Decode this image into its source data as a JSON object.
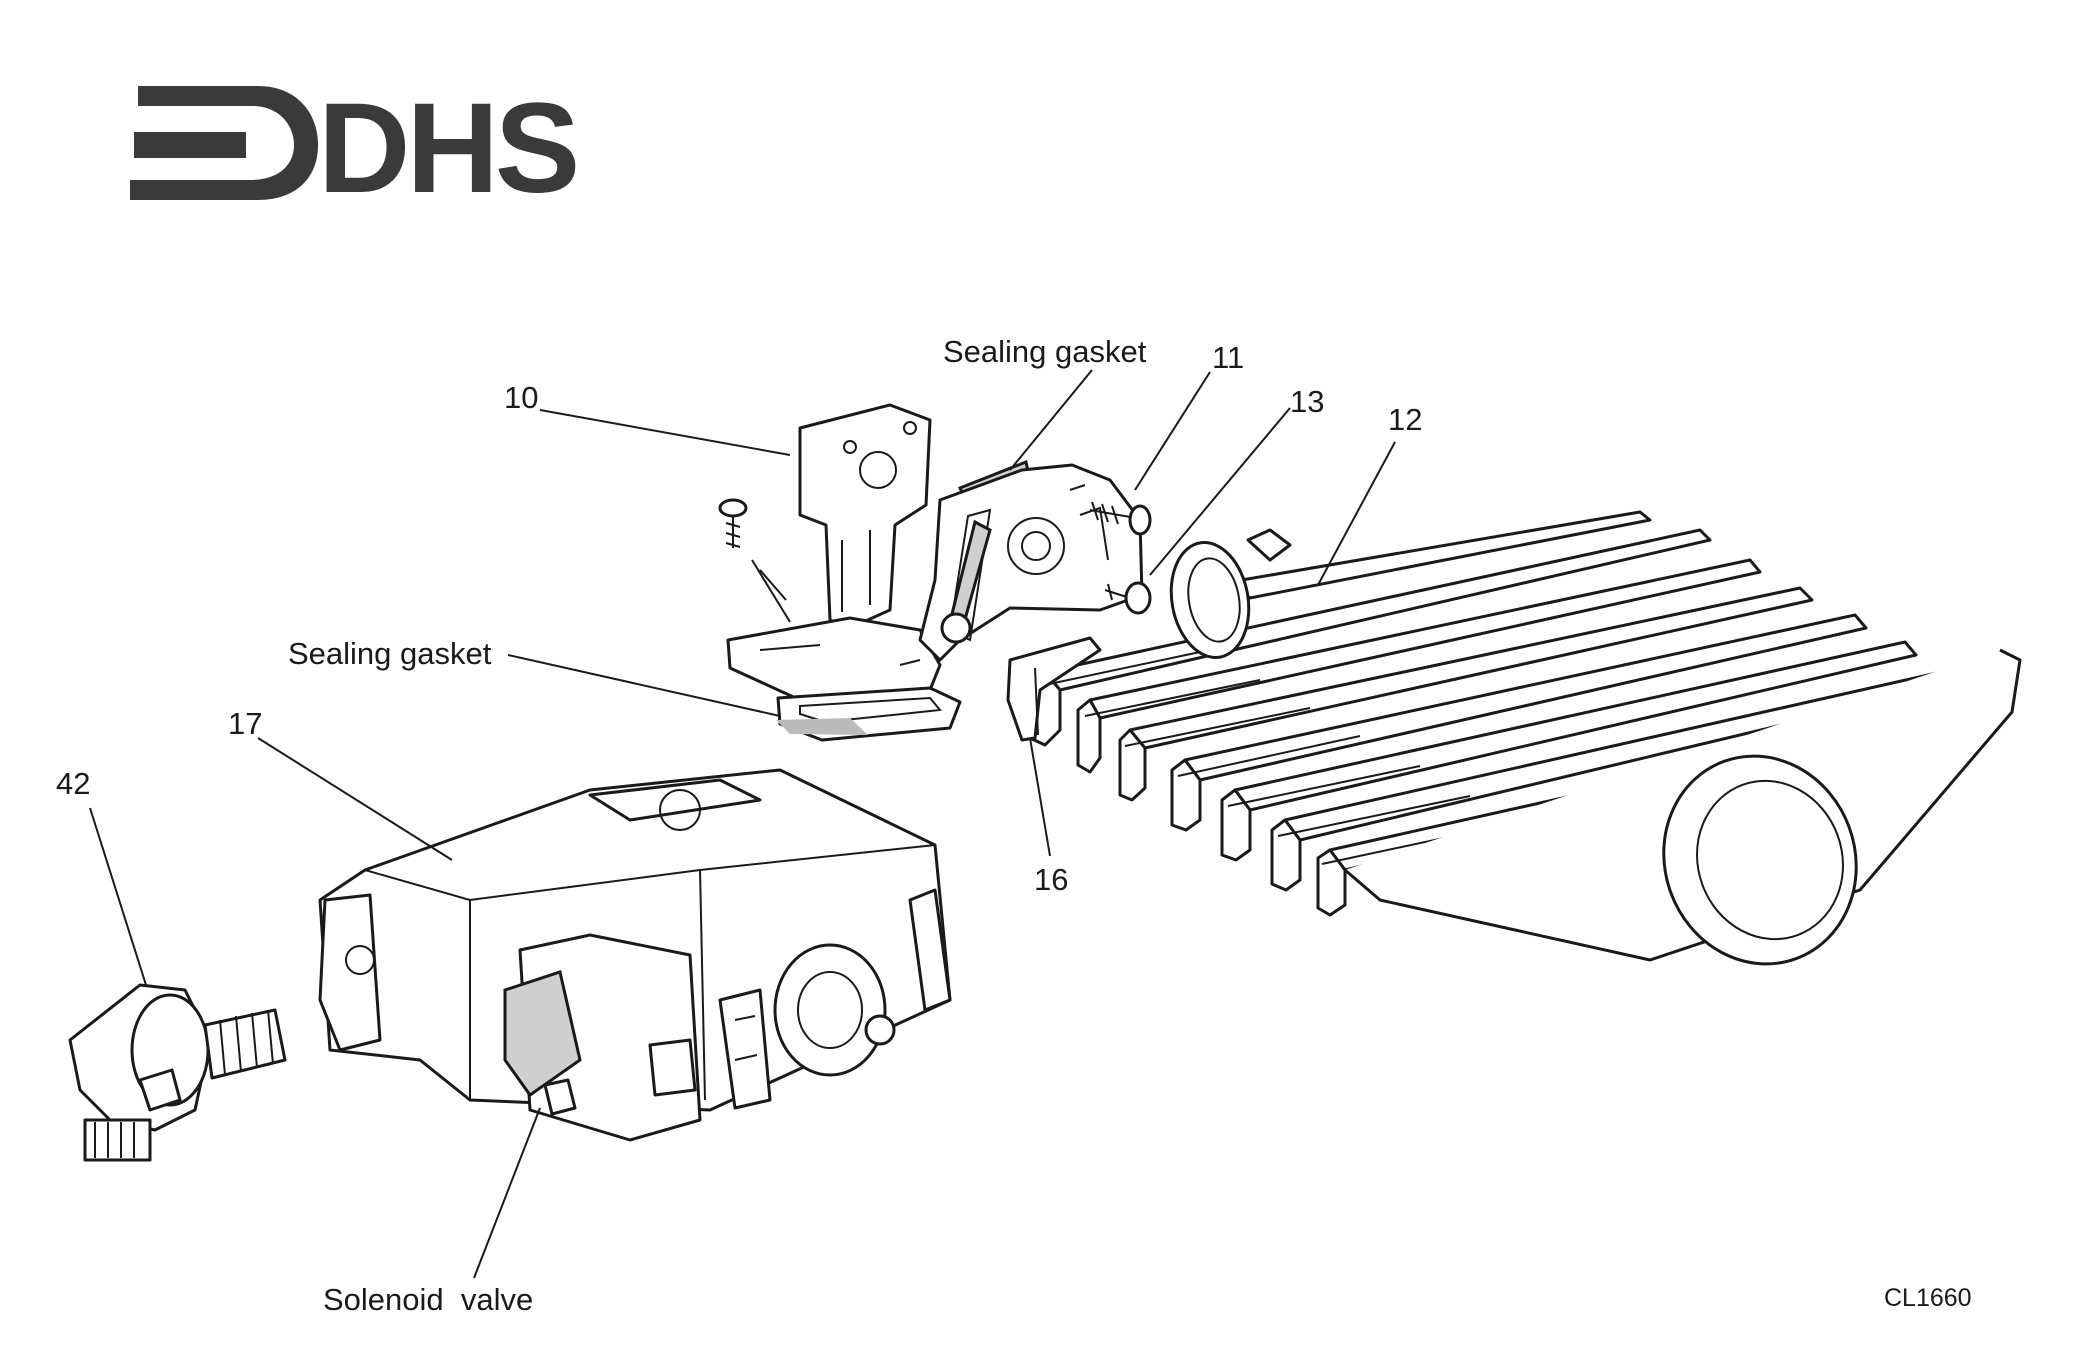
{
  "logo": {
    "text": "DHS"
  },
  "callouts": [
    {
      "id": "10",
      "label": "10"
    },
    {
      "id": "11",
      "label": "11"
    },
    {
      "id": "12",
      "label": "12"
    },
    {
      "id": "13",
      "label": "13"
    },
    {
      "id": "16",
      "label": "16"
    },
    {
      "id": "17",
      "label": "17"
    },
    {
      "id": "42",
      "label": "42"
    }
  ],
  "part_labels": {
    "sealing_gasket_top": "Sealing gasket",
    "sealing_gasket_left": "Sealing gasket",
    "solenoid_valve": "Solenoid  valve"
  },
  "drawing_ref": "CL1660"
}
